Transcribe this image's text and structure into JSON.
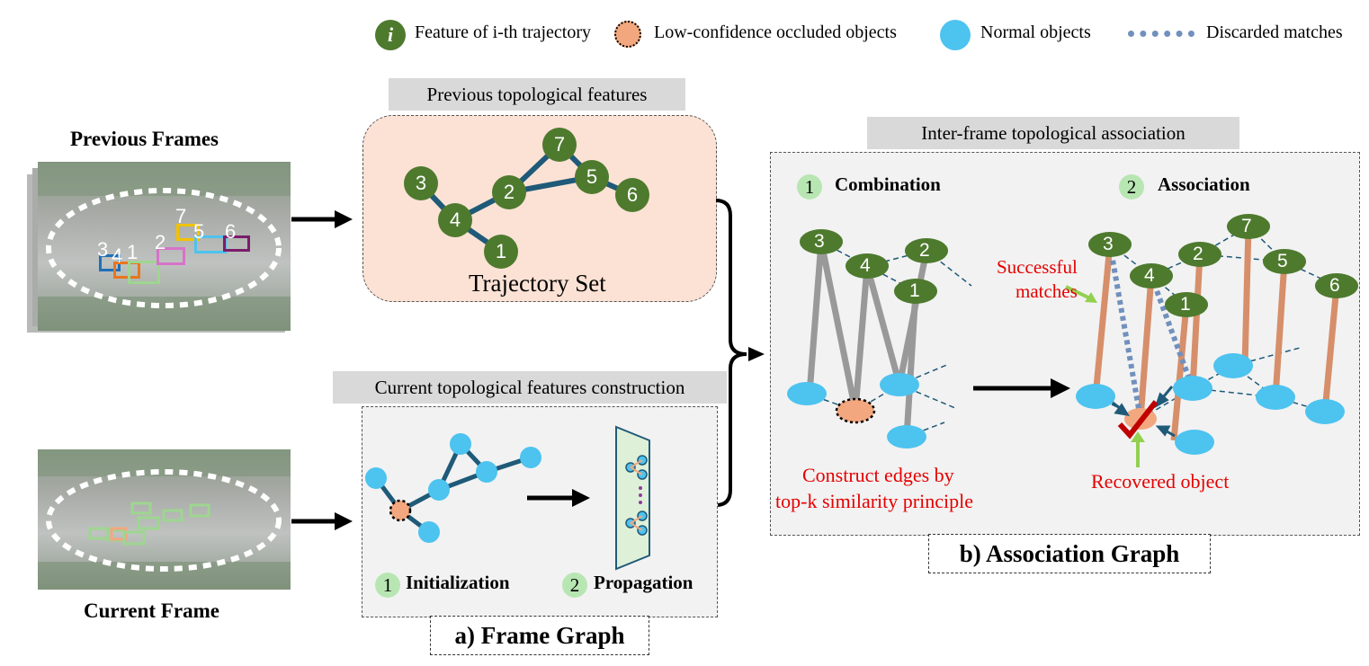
{
  "legend": {
    "feature_icon": "i",
    "feature_label": "Feature of i-th trajectory",
    "low_conf_label": "Low-confidence occluded objects",
    "normal_label": "Normal objects",
    "discarded_label": "Discarded matches"
  },
  "left": {
    "previous_frames_title": "Previous Frames",
    "current_frame_title": "Current Frame",
    "box_labels": [
      "7",
      "5",
      "6",
      "3",
      "4",
      "1",
      "2"
    ]
  },
  "frame_graph": {
    "prev_banner": "Previous topological features",
    "trajectory_set_label": "Trajectory Set",
    "curr_banner": "Current topological features construction",
    "step1_num": "1",
    "step1_label": "Initialization",
    "step2_num": "2",
    "step2_label": "Propagation",
    "caption": "a) Frame Graph"
  },
  "trajectory_nodes": [
    "3",
    "4",
    "2",
    "7",
    "5",
    "6",
    "1"
  ],
  "association_graph": {
    "banner": "Inter-frame topological association",
    "step1_num": "1",
    "step1_label": "Combination",
    "step2_num": "2",
    "step2_label": "Association",
    "combination_nodes": [
      "3",
      "4",
      "2",
      "1"
    ],
    "association_nodes": [
      "3",
      "7",
      "4",
      "2",
      "5",
      "1",
      "6"
    ],
    "successful_matches": "Successful matches",
    "successful_line1": "Successful",
    "successful_line2": "matches",
    "construct_line1": "Construct edges by",
    "construct_line2": "top-k similarity principle",
    "recovered_label": "Recovered object",
    "caption": "b) Association Graph"
  },
  "colors": {
    "trajectory_green": "#4e7a2e",
    "normal_blue": "#4dc3ef",
    "low_conf_orange": "#f2a77f",
    "edge_teal": "#1f5a78",
    "match_orange": "#d68f6a",
    "discarded_blue": "#7190bd",
    "step_badge_green": "#b8e6b3",
    "highlight_green": "#92d050",
    "red_text": "#e60000",
    "panel_peach": "#fbe2d5",
    "panel_gray": "#f2f2f2"
  }
}
